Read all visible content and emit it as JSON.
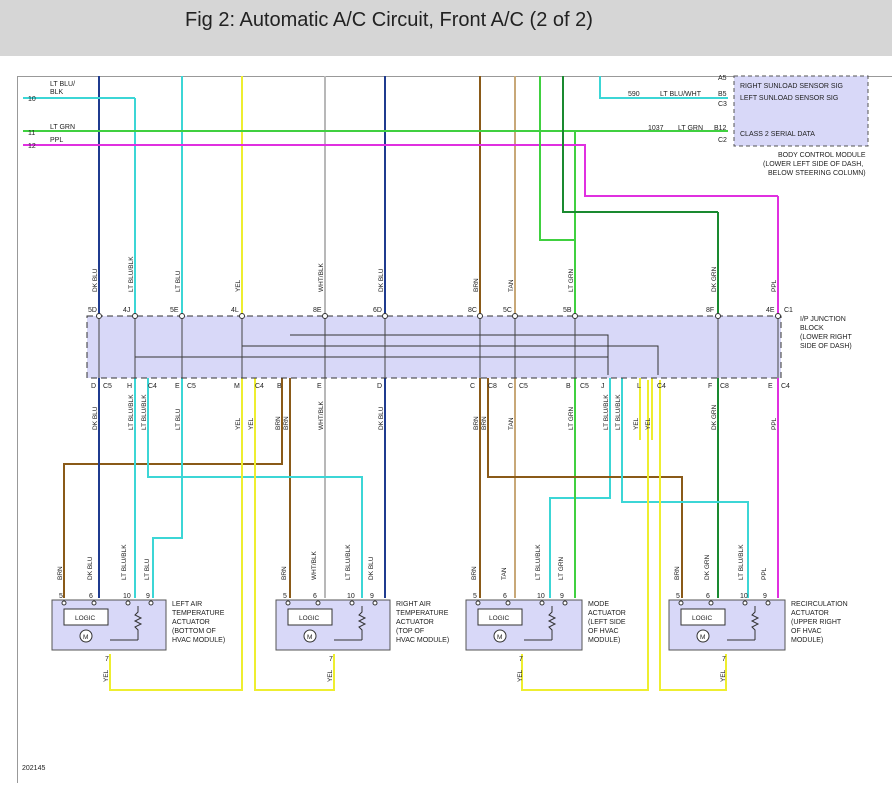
{
  "header": {
    "title": "Fig 2: Automatic A/C Circuit, Front A/C (2 of 2)"
  },
  "figure_id": "202145",
  "colors": {
    "DK BLU": "#1f3b8f",
    "LT BLU": "#3cd6d6",
    "LT BLU/BLK": "#3cd6d6",
    "YEL": "#eeee30",
    "WHT/BLK": "#b8b8b8",
    "BRN": "#8a5a18",
    "TAN": "#c8a878",
    "LT GRN": "#40d040",
    "DK GRN": "#1a8a30",
    "PPL": "#e030e0",
    "box_fill": "#d8d8f8",
    "box_stroke": "#555555"
  },
  "left_wires": {
    "w10": {
      "num": "10",
      "label": "LT BLU/",
      "label2": "BLK"
    },
    "w11": {
      "num": "11",
      "label": "LT GRN"
    },
    "w12": {
      "num": "12",
      "label": "PPL"
    }
  },
  "bcm": {
    "pin_partial": "A5",
    "row1": {
      "label": "RIGHT SUNLOAD SENSOR SIG"
    },
    "row2": {
      "circuit": "590",
      "color": "LT BLU/WHT",
      "pin": "B5",
      "label": "LEFT SUNLOAD SENSOR SIG"
    },
    "row3": {
      "pin": "C3"
    },
    "row4": {
      "circuit": "1037",
      "color": "LT GRN",
      "pin": "B12",
      "label": "CLASS 2 SERIAL DATA"
    },
    "row5": {
      "pin": "C2"
    },
    "caption1": "BODY CONTROL MODULE",
    "caption2": "(LOWER LEFT SIDE OF DASH,",
    "caption3": "BELOW STEERING COLUMN)"
  },
  "junction": {
    "caption1": "I/P JUNCTION",
    "caption2": "BLOCK",
    "caption3": "(LOWER RIGHT",
    "caption4": "SIDE OF DASH)",
    "top_pins": [
      "5D",
      "4J",
      "5E",
      "4L",
      "8E",
      "6D",
      "8C",
      "5C",
      "5B",
      "8F",
      "4E",
      "C1"
    ],
    "top_colors": [
      "DK BLU",
      "LT BLU/BLK",
      "LT BLU",
      "YEL",
      "WHT/BLK",
      "DK BLU",
      "BRN",
      "TAN",
      "LT GRN",
      "DK GRN",
      "PPL"
    ],
    "bottom_pins": [
      "D",
      "C5",
      "H",
      "C4",
      "E",
      "C5",
      "M",
      "C4",
      "B",
      "E",
      "D",
      "C",
      "C8",
      "C",
      "C5",
      "B",
      "C5",
      "J",
      "L",
      "C4",
      "F",
      "C8",
      "E",
      "C4"
    ],
    "bottom_colors": [
      "DK BLU",
      "LT BLU/BLK",
      "LT BLU/BLK",
      "LT BLU",
      "YEL",
      "YEL",
      "BRN",
      "BRN",
      "WHT/BLK",
      "DK BLU",
      "BRN",
      "BRN",
      "TAN",
      "LT GRN",
      "LT BLU/BLK",
      "LT BLU/BLK",
      "YEL",
      "YEL",
      "DK GRN",
      "PPL"
    ]
  },
  "actuators": [
    {
      "pins": [
        "5",
        "6",
        "10",
        "9"
      ],
      "ground_pin": "7",
      "logic": "LOGIC",
      "motor": "M",
      "colors": [
        "BRN",
        "DK BLU",
        "LT BLU/BLK",
        "LT BLU"
      ],
      "out_color": "YEL",
      "caption": [
        "LEFT AIR",
        "TEMPERATURE",
        "ACTUATOR",
        "(BOTTOM OF",
        "HVAC MODULE)"
      ]
    },
    {
      "pins": [
        "5",
        "6",
        "10",
        "9"
      ],
      "ground_pin": "7",
      "logic": "LOGIC",
      "motor": "M",
      "colors": [
        "BRN",
        "WHT/BLK",
        "LT BLU/BLK",
        "DK BLU"
      ],
      "out_color": "YEL",
      "caption": [
        "RIGHT AIR",
        "TEMPERATURE",
        "ACTUATOR",
        "(TOP OF",
        "HVAC MODULE)"
      ]
    },
    {
      "pins": [
        "5",
        "6",
        "10",
        "9"
      ],
      "ground_pin": "7",
      "logic": "LOGIC",
      "motor": "M",
      "colors": [
        "BRN",
        "TAN",
        "LT BLU/BLK",
        "LT GRN"
      ],
      "out_color": "YEL",
      "caption": [
        "MODE",
        "ACTUATOR",
        "(LEFT SIDE",
        "OF HVAC",
        "MODULE)"
      ]
    },
    {
      "pins": [
        "5",
        "6",
        "10",
        "9"
      ],
      "ground_pin": "7",
      "logic": "LOGIC",
      "motor": "M",
      "colors": [
        "BRN",
        "DK GRN",
        "LT BLU/BLK",
        "PPL"
      ],
      "out_color": "YEL",
      "caption": [
        "RECIRCULATION",
        "ACTUATOR",
        "(UPPER RIGHT",
        "OF HVAC",
        "MODULE)"
      ]
    }
  ]
}
